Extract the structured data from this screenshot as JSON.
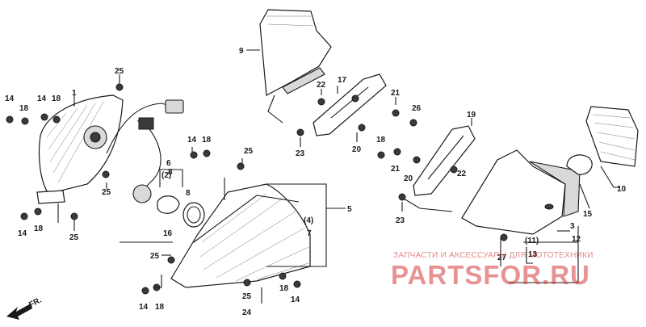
{
  "diagram": {
    "callouts": {
      "c1": "1",
      "c3": "3",
      "c5": "5",
      "c6": "6",
      "c7": "7",
      "c8": "8",
      "c8b": "8",
      "c9": "9",
      "c10": "10",
      "c12": "12",
      "c13": "13",
      "c14a": "14",
      "c14b": "14",
      "c14c": "14",
      "c14d": "14",
      "c14e": "14",
      "c15": "15",
      "c16": "16",
      "c17": "17",
      "c18a": "18",
      "c18b": "18",
      "c18c": "18",
      "c18d": "18",
      "c18e": "18",
      "c18f": "18",
      "c19": "19",
      "c20a": "20",
      "c20b": "20",
      "c21a": "21",
      "c21b": "21",
      "c22a": "22",
      "c22b": "22",
      "c23a": "23",
      "c23b": "23",
      "c24": "24",
      "c25a": "25",
      "c25b": "25",
      "c25c": "25",
      "c25d": "25",
      "c25e": "25",
      "c25f": "25",
      "c26": "26",
      "c27": "27",
      "q4": "(4)",
      "q2": "(2)",
      "q11": "(11)"
    },
    "fr_label": "FR.",
    "watermark": {
      "tagline": "ЗАПЧАСТИ И АКСЕССУАРЫ ДЛЯ МОТОТЕХНИКИ",
      "site": "PARTSFOR.RU"
    }
  }
}
